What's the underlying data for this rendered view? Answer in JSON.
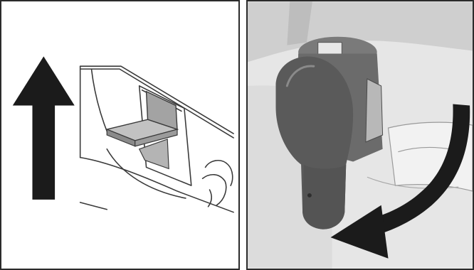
{
  "figure": {
    "panels": [
      {
        "id": "left",
        "arrow_direction": "up",
        "depicts": "latch-tab"
      },
      {
        "id": "right",
        "arrow_direction": "curved-down-left",
        "depicts": "removable-module"
      }
    ],
    "colors": {
      "border": "#2b2b2b",
      "arrow": "#1b1b1b",
      "line_art": "#3a3a3a",
      "module": "#6b6b6b",
      "module_shadow": "#545454",
      "background_gray": "#c9c9c9"
    }
  }
}
